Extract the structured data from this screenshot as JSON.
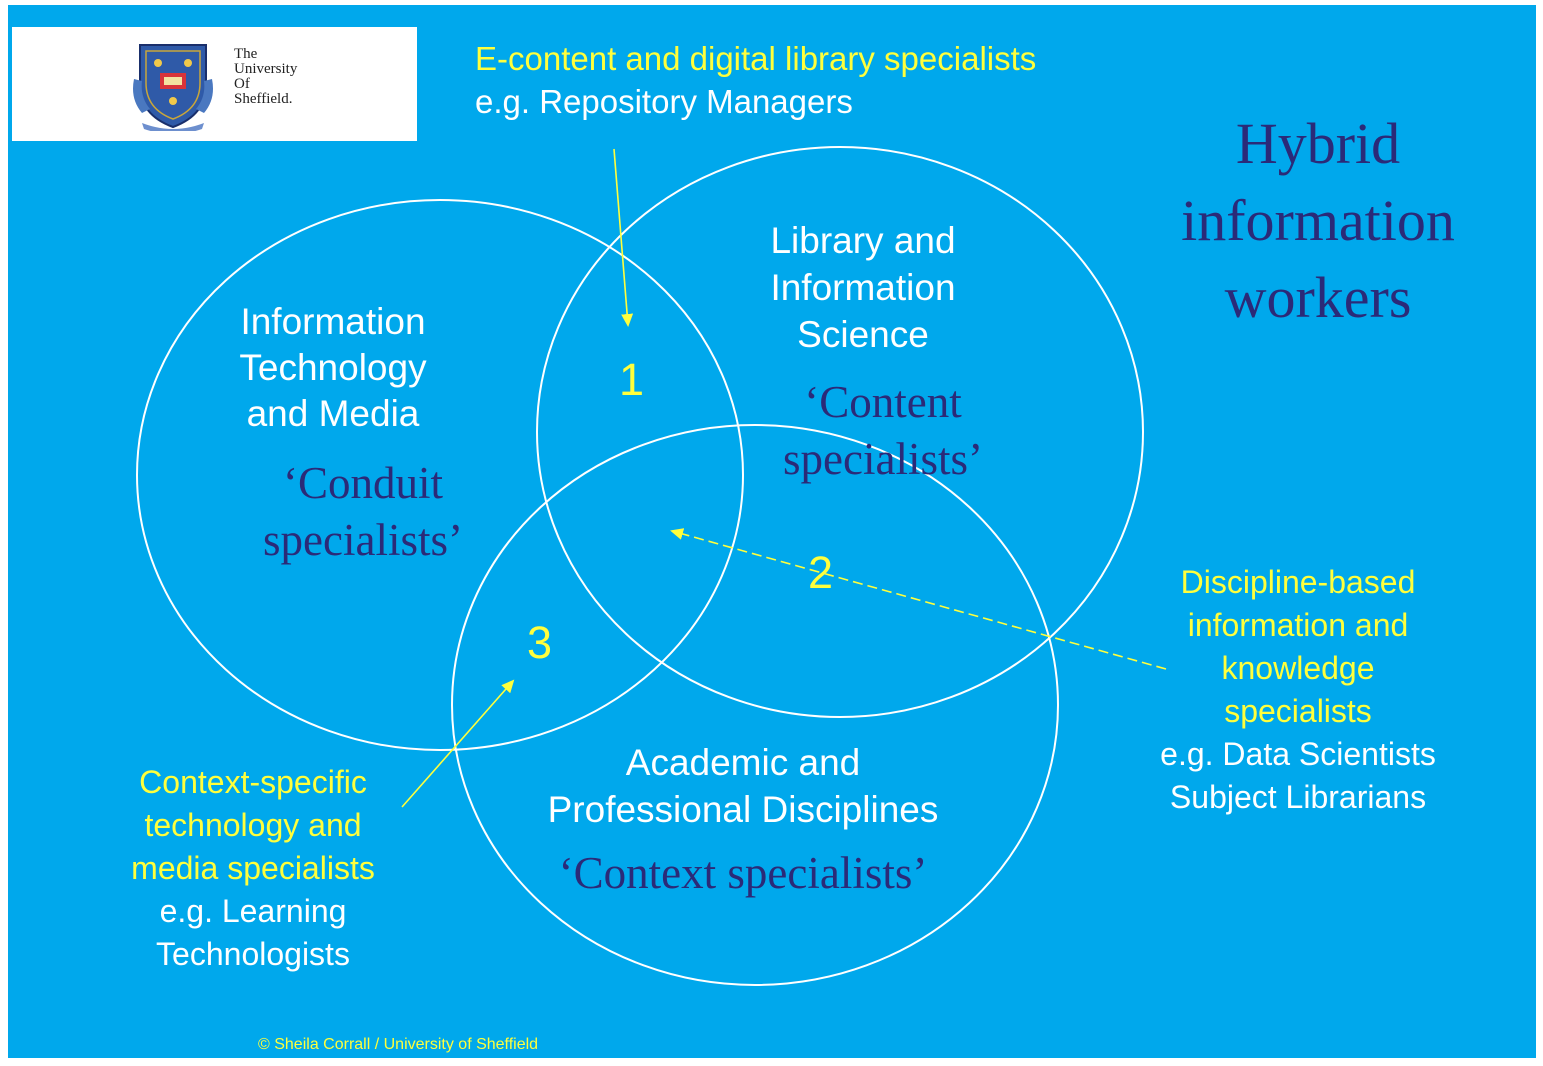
{
  "logo": {
    "lines": [
      "The",
      "University",
      "Of",
      "Sheffield."
    ]
  },
  "title": {
    "lines": [
      "Hybrid",
      "information",
      "workers"
    ]
  },
  "circles": {
    "it": {
      "heading": [
        "Information",
        "Technology",
        "and Media"
      ],
      "role": [
        "‘Conduit",
        "specialists’"
      ]
    },
    "lis": {
      "heading": [
        "Library and",
        "Information",
        "Science"
      ],
      "role": [
        "‘Content",
        "specialists’"
      ]
    },
    "academic": {
      "heading": [
        "Academic and",
        "Professional Disciplines"
      ],
      "role": [
        "‘Context specialists’"
      ]
    }
  },
  "overlaps": {
    "one": "1",
    "two": "2",
    "three": "3"
  },
  "callouts": {
    "econtent": {
      "title": "E-content and digital library specialists",
      "example": "e.g. Repository Managers"
    },
    "discipline": {
      "title": [
        "Discipline-based",
        "information and",
        "knowledge",
        "specialists"
      ],
      "examples": [
        "e.g. Data Scientists",
        "Subject Librarians"
      ]
    },
    "context": {
      "title": [
        "Context-specific",
        "technology and",
        "media specialists"
      ],
      "examples": [
        "e.g. Learning",
        "Technologists"
      ]
    }
  },
  "footer": {
    "copyright": "© Sheila Corrall / University of Sheffield"
  },
  "colors": {
    "background": "#00a8ec",
    "callout_yellow": "#ffff3c",
    "heading_white": "#ffffff",
    "role_navy": "#2b2a78"
  }
}
